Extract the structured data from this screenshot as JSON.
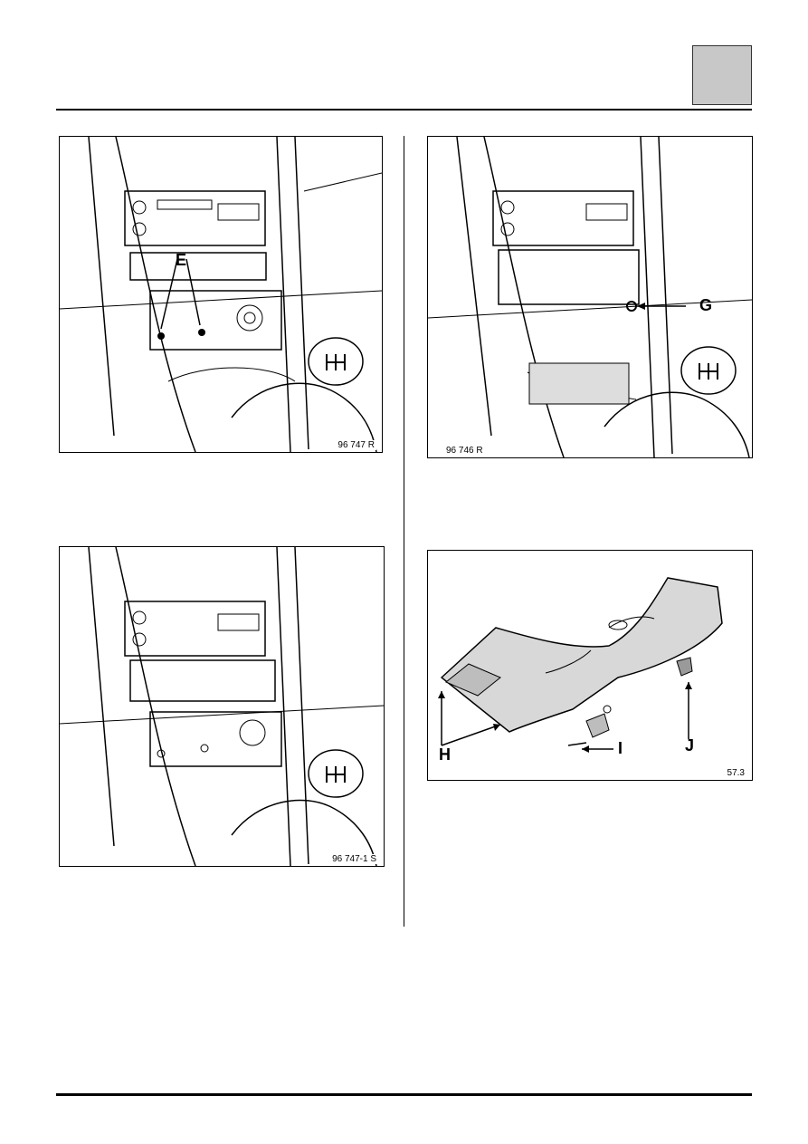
{
  "figures": {
    "fig1": {
      "code": "96 747 R",
      "callouts": [
        "E"
      ]
    },
    "fig2": {
      "code": "96 746 R",
      "callouts": [
        "G"
      ]
    },
    "fig3": {
      "code": "96 747-1 S",
      "callouts": []
    },
    "fig4": {
      "code": "57.3",
      "callouts": [
        "H",
        "I",
        "J"
      ]
    }
  }
}
